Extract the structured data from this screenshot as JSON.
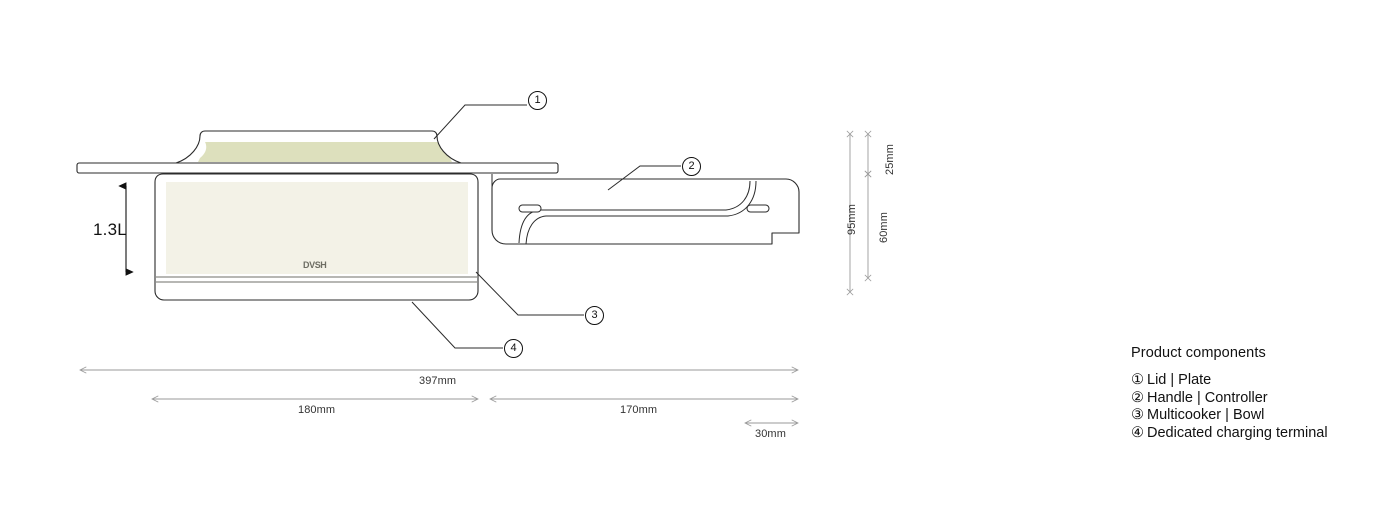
{
  "legend": {
    "title": "Product components",
    "items": [
      {
        "marker": "①",
        "label": "Lid | Plate"
      },
      {
        "marker": "②",
        "label": "Handle | Controller"
      },
      {
        "marker": "③",
        "label": "Multicooker | Bowl"
      },
      {
        "marker": "④",
        "label": "Dedicated charging terminal"
      }
    ]
  },
  "product": {
    "brand_mark": "DVSH",
    "capacity_label": "1.3L"
  },
  "callouts": [
    {
      "id": "1",
      "symbol": "①"
    },
    {
      "id": "2",
      "symbol": "②"
    },
    {
      "id": "3",
      "symbol": "③"
    },
    {
      "id": "4",
      "symbol": "④"
    }
  ],
  "dimensions": {
    "total_length": "397mm",
    "bowl_length": "180mm",
    "handle_length": "170mm",
    "terminal_length": "30mm",
    "total_height": "95mm",
    "lid_height": "25mm",
    "bowl_height": "60mm"
  },
  "colors": {
    "lid_fill": "#dde0bd",
    "bowl_fill": "#f3f2e7",
    "outline": "#2b2b2b",
    "dimension_line": "#9a9a9a",
    "capacity_line": "#111111",
    "text": "#111111"
  }
}
